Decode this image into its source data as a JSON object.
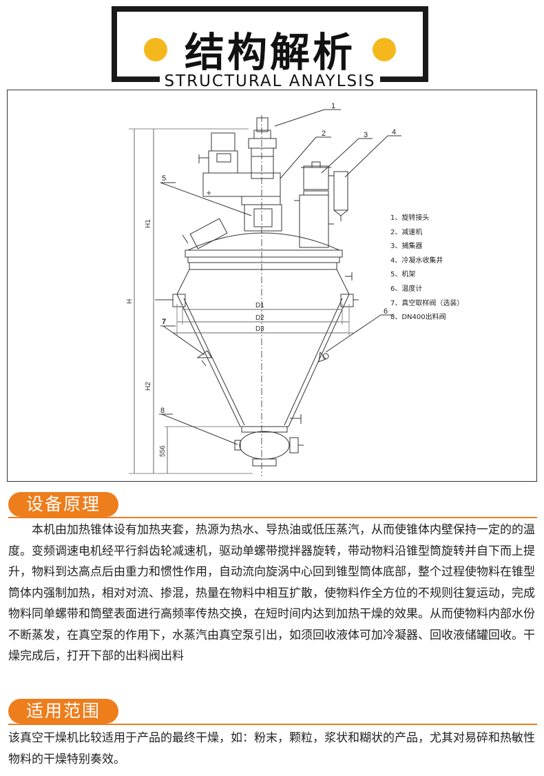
{
  "header": {
    "title_cn": "结构解析",
    "title_en": "STRUCTURAL ANAYLSIS"
  },
  "diagram": {
    "callouts": [
      "1",
      "2",
      "3",
      "4",
      "5",
      "6",
      "7",
      "8"
    ],
    "dimensions": {
      "h1": "H1",
      "h": "H",
      "h2": "H2",
      "d1": "D1",
      "d2": "D2",
      "d3": "D3",
      "bottom": "556"
    },
    "legend": [
      "1、旋转接头",
      "2、减速机",
      "3、捕集器",
      "4、冷凝水收集井",
      "5、机架",
      "6、温度计",
      "7、真空取样阀（选装）",
      "8、DN400出料阀"
    ]
  },
  "principle": {
    "heading": "设备原理",
    "text": "本机由加热锥体设有加热夹套，热源为热水、导热油或低压蒸汽，从而使锥体内壁保持一定的的温度。变频调速电机经平行斜齿轮减速机，驱动单螺带搅拌器旋转，带动物料沿锥型筒旋转并自下而上提升，物料到达高点后由重力和惯性作用，自动流向旋涡中心回到锥型筒体底部，整个过程使物料在锥型筒体内强制加热，相对对流、掺混，热量在物料中相互扩散，使物料作全方位的不规则往复运动，完成物料同单螺带和筒壁表面进行高频率传热交换，在短时间内达到加热干燥的效果。从而使物料内部水份不断蒸发，在真空泵的作用下，水蒸汽由真空泵引出，如须回收液体可加冷凝器、回收液储罐回收。干燥完成后，打开下部的出料阀出料"
  },
  "scope": {
    "heading": "适用范围",
    "text": "该真空干燥机比较适用于产品的最终干燥，如：粉末，颗粒，浆状和糊状的产品，尤其对易碎和热敏性物料的干燥特别奏效。"
  },
  "colors": {
    "accent": "#ee7d1c",
    "dot": "#f5b81c",
    "frame": "#1a1a1a"
  }
}
